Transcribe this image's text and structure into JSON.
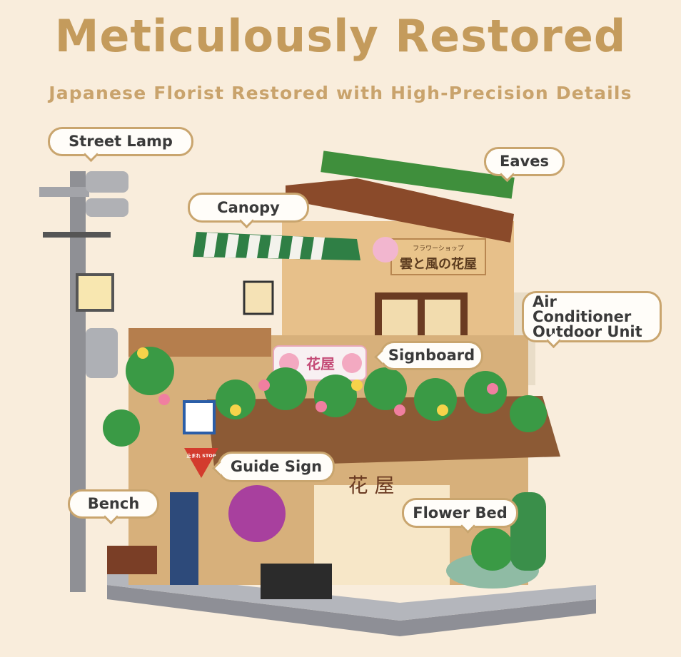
{
  "heading": {
    "title": "Meticulously Restored",
    "subtitle": "Japanese Florist Restored with High-Precision Details"
  },
  "callouts": {
    "street_lamp": "Street Lamp",
    "eaves": "Eaves",
    "canopy": "Canopy",
    "air_conditioner_line1": "Air Conditioner",
    "air_conditioner_line2": "Outdoor Unit",
    "signboard": "Signboard",
    "guide_sign": "Guide Sign",
    "bench": "Bench",
    "flower_bed": "Flower Bed"
  },
  "model_text": {
    "shop_sign_small": "フラワーショップ",
    "shop_sign": "雲と風の花屋",
    "signboard_text": "花屋",
    "storefront_text": "花 屋",
    "stop_sign": "止まれ STOP"
  },
  "colors": {
    "background": "#f9eddc",
    "title": "#c49b5c",
    "callout_border": "#c9a56e"
  }
}
